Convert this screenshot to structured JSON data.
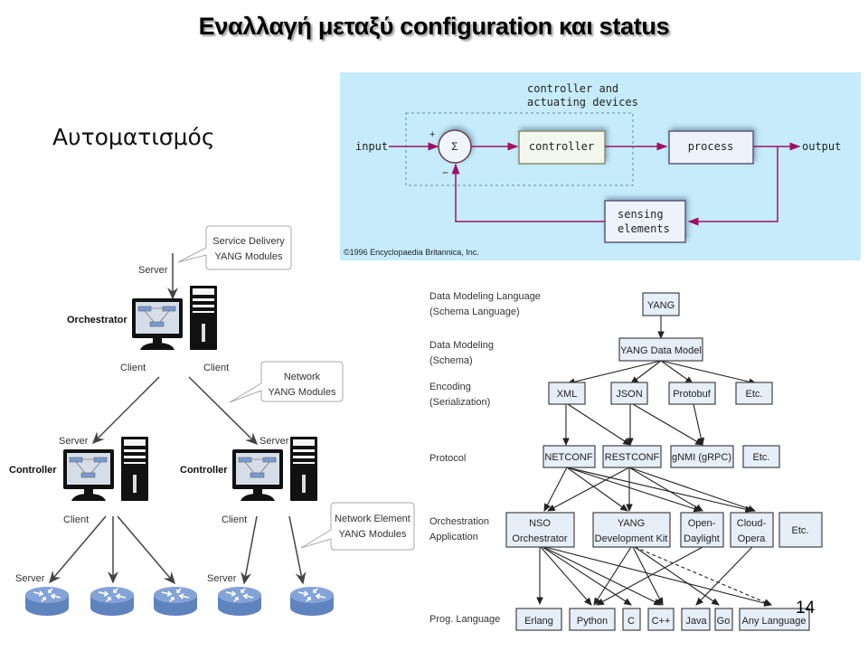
{
  "slide": {
    "title": "Εναλλαγή μεταξύ configuration και status",
    "subtitle": "Αυτοματισμός",
    "page_number": "14"
  },
  "control_loop": {
    "background_color": "#c6ecfb",
    "line_color": "#a0106a",
    "group_label_line1": "controller and",
    "group_label_line2": "actuating devices",
    "input_label": "input",
    "plus_sign": "+",
    "minus_sign": "−",
    "summing_symbol": "Σ",
    "controller_label": "controller",
    "process_label": "process",
    "output_label": "output",
    "sensing_line1": "sensing",
    "sensing_line2": "elements",
    "copyright": "©1996 Encyclopaedia Britannica, Inc."
  },
  "yang_hierarchy": {
    "orchestrator_label": "Orchestrator",
    "controller_left_label": "Controller",
    "controller_right_label": "Controller",
    "server_label": "Server",
    "client_label": "Client",
    "callouts": {
      "service_delivery_line1": "Service Delivery",
      "service_delivery_line2": "YANG Modules",
      "network_line1": "Network",
      "network_line2": "YANG Modules",
      "network_element_line1": "Network Element",
      "network_element_line2": "YANG Modules"
    },
    "router_color": "#6f93cc",
    "router_count": 5
  },
  "yang_stack": {
    "box_fill": "#e6eef8",
    "rows": [
      {
        "label_line1": "Data Modeling Language",
        "label_line2": "(Schema Language)"
      },
      {
        "label_line1": "Data Modeling",
        "label_line2": "(Schema)"
      },
      {
        "label_line1": "Encoding",
        "label_line2": "(Serialization)"
      },
      {
        "label_line1": "Protocol",
        "label_line2": ""
      },
      {
        "label_line1": "Orchestration",
        "label_line2": "Application"
      },
      {
        "label_line1": "Prog. Language",
        "label_line2": ""
      }
    ],
    "yang": "YANG",
    "yang_data_model": "YANG Data Model",
    "encodings": [
      "XML",
      "JSON",
      "Protobuf",
      "Etc."
    ],
    "protocols": [
      "NETCONF",
      "RESTCONF",
      "gNMI (gRPC)",
      "Etc."
    ],
    "applications": [
      {
        "line1": "NSO",
        "line2": "Orchestrator"
      },
      {
        "line1": "YANG",
        "line2": "Development Kit"
      },
      {
        "line1": "Open-",
        "line2": "Daylight"
      },
      {
        "line1": "Cloud-",
        "line2": "Opera"
      },
      {
        "line1": "Etc.",
        "line2": ""
      }
    ],
    "languages": [
      "Erlang",
      "Python",
      "C",
      "C++",
      "Java",
      "Go",
      "Any Language"
    ]
  }
}
